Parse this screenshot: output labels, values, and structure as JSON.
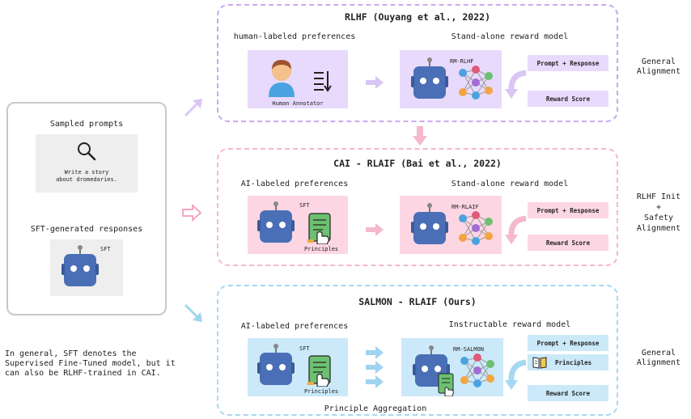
{
  "left": {
    "prompts_title": "Sampled prompts",
    "prompt_text_1": "Write a story",
    "prompt_text_2": "about dromedaries.",
    "responses_title": "SFT-generated responses",
    "sft_label": "SFT",
    "note_1": "In general, SFT denotes the",
    "note_2": "Supervised Fine-Tuned model, but it",
    "note_3": "can also be RLHF-trained in CAI."
  },
  "rlhf": {
    "title": "RLHF (Ouyang et al., 2022)",
    "left_sub": "human-labeled preferences",
    "right_sub": "Stand-alone reward model",
    "annotator": "Human Annotator",
    "rm_label": "RM-RLHF",
    "prompt_response": "Prompt + Response",
    "reward_score": "Reward Score",
    "side_1": "General",
    "side_2": "Alignment",
    "color": "#c9a8ef",
    "fill": "#e8dafc"
  },
  "cai": {
    "title": "CAI - RLAIF (Bai et al., 2022)",
    "left_sub": "AI-labeled preferences",
    "right_sub": "Stand-alone reward model",
    "sft_label": "SFT",
    "principles": "Principles",
    "rm_label": "RM-RLAIF",
    "prompt_response": "Prompt + Response",
    "reward_score": "Reward Score",
    "side_1": "RLHF Init",
    "side_2": "+",
    "side_3": "Safety",
    "side_4": "Alignment",
    "color": "#f5b8cc",
    "fill": "#fcd6e3"
  },
  "salmon": {
    "title": "SALMON - RLAIF (Ours)",
    "left_sub": "AI-labeled preferences",
    "right_sub": "Instructable reward model",
    "sft_label": "SFT",
    "principles": "Principles",
    "rm_label": "RM-SALMON",
    "prompt_response": "Prompt + Response",
    "principles_pill": "Principles",
    "reward_score": "Reward Score",
    "aggregation": "Principle Aggregation",
    "side_1": "General",
    "side_2": "Alignment",
    "color": "#a6d8f2",
    "fill": "#cbe9f9"
  }
}
